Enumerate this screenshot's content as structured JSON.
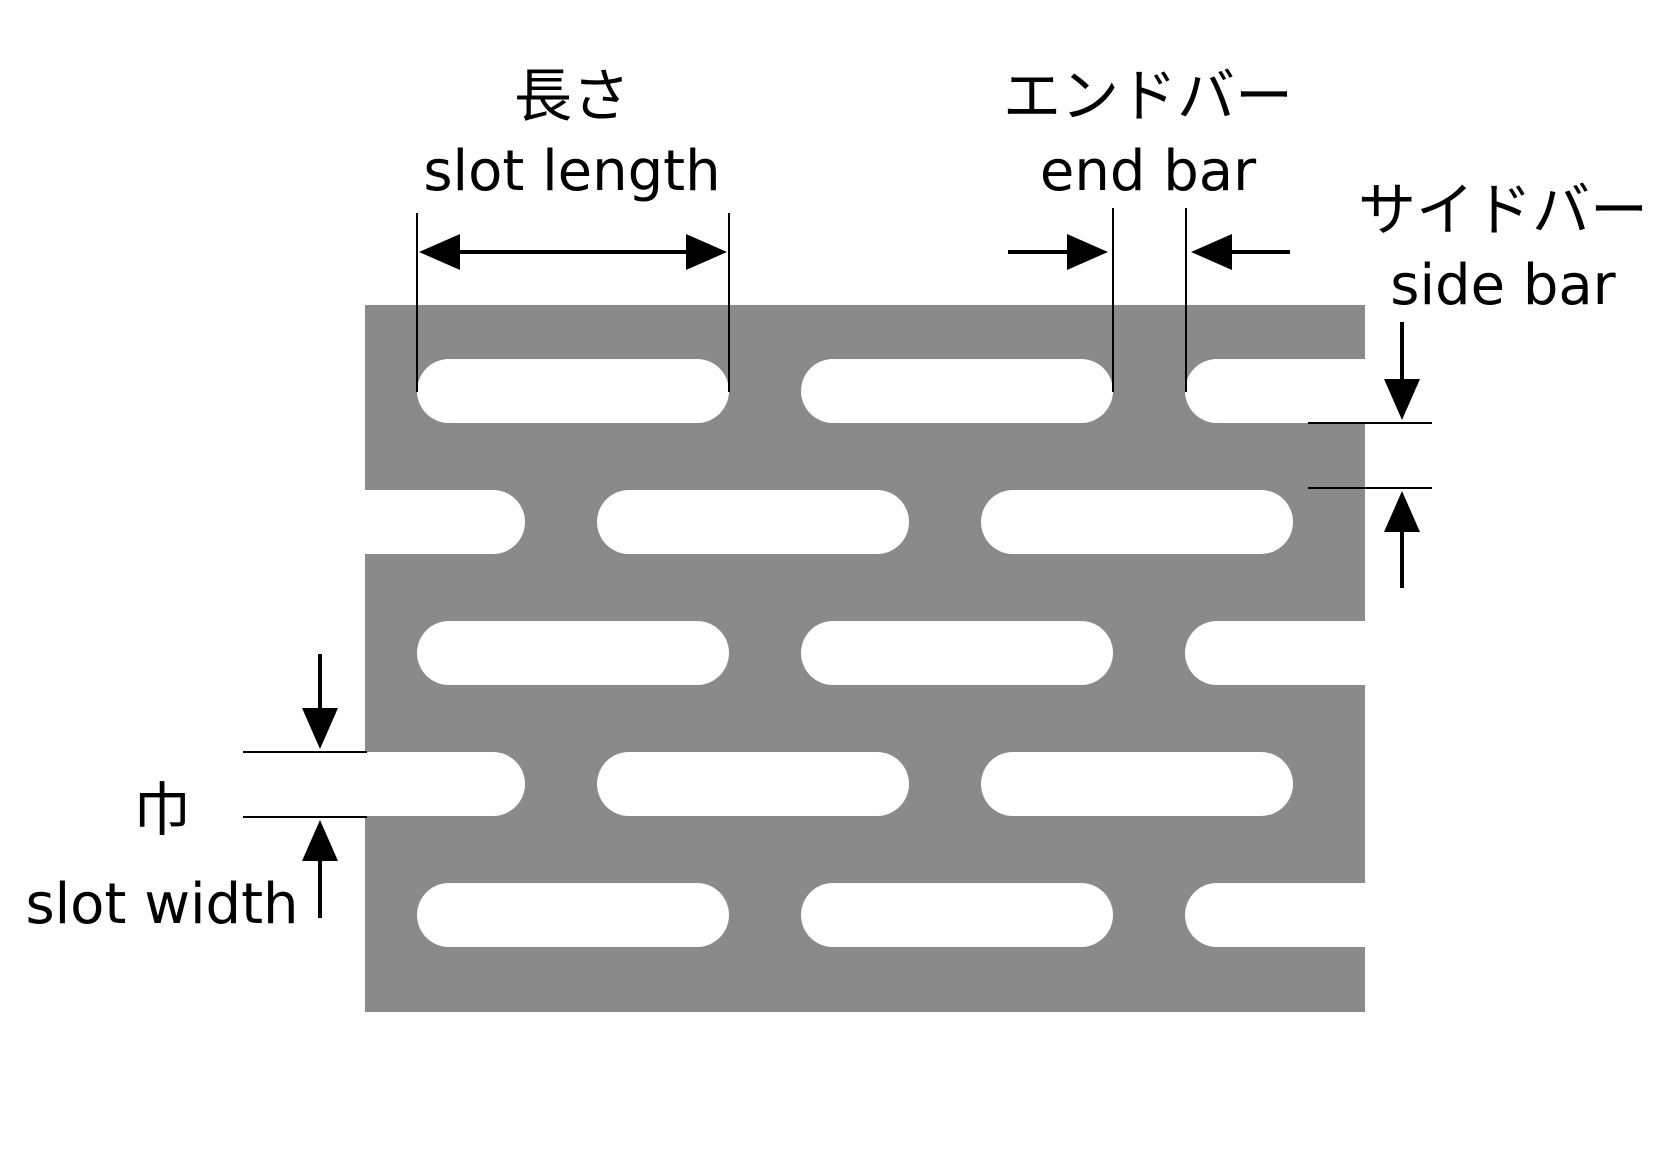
{
  "colors": {
    "plate": "#8a8a8a",
    "slot": "#ffffff",
    "ink": "#000000",
    "background": "#ffffff"
  },
  "labels": {
    "slot_length": {
      "ja": "長さ",
      "en": "slot length"
    },
    "end_bar": {
      "ja": "エンドバー",
      "en": "end bar"
    },
    "side_bar": {
      "ja": "サイドバー",
      "en": "side bar"
    },
    "slot_width": {
      "ja": "巾",
      "en": "slot width"
    }
  },
  "pattern": {
    "type": "staggered-slots",
    "rows": 5,
    "slots_per_row": 3
  }
}
